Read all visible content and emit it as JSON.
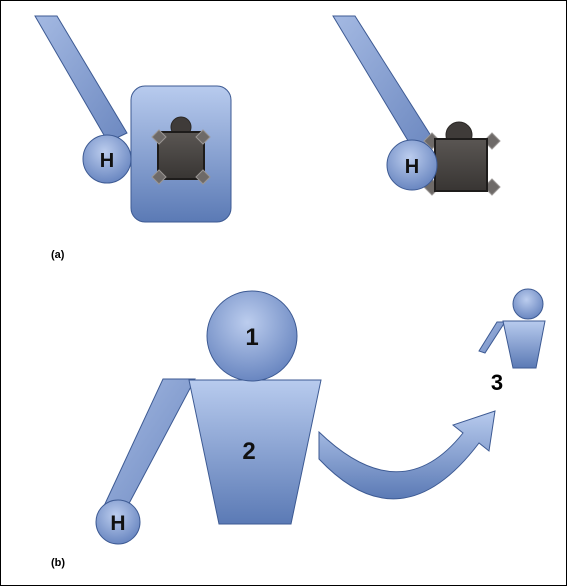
{
  "panels": {
    "a": {
      "label": "(a)",
      "hand_left": "H",
      "hand_right": "H"
    },
    "b": {
      "label": "(b)",
      "head": "1",
      "torso": "2",
      "small_figure": "3",
      "hand": "H"
    }
  },
  "colors": {
    "figure_light": "#a9bfe6",
    "figure_dark": "#5d7cb8",
    "stroke": "#3d5a93",
    "object_fill": "#464240",
    "object_edge": "#7e7a78",
    "text": "#111111",
    "frame": "#000000"
  }
}
